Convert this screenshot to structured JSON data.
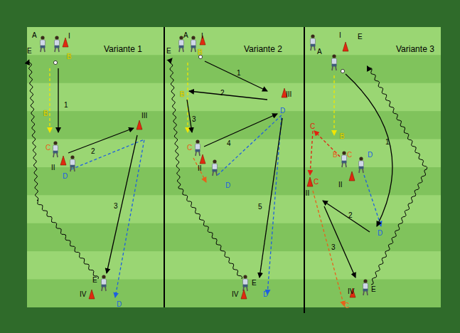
{
  "diagram": {
    "labels": [
      "A",
      "I",
      "E",
      "B",
      "Variante 1",
      "1",
      "B",
      "C",
      "III",
      "2",
      "II",
      "D",
      "3",
      "E",
      "IV",
      "D",
      "A",
      "I",
      "E",
      "B",
      "Variante 2",
      "1",
      "2",
      "B",
      "III",
      "D",
      "3",
      "C",
      "4",
      "II",
      "D",
      "5",
      "E",
      "IV",
      "D",
      "I",
      "E",
      "A",
      "Variante 3",
      "B",
      "C",
      "B",
      "C",
      "D",
      "1",
      "II",
      "III",
      "C",
      "2",
      "D",
      "3",
      "IV",
      "E",
      "C"
    ]
  }
}
